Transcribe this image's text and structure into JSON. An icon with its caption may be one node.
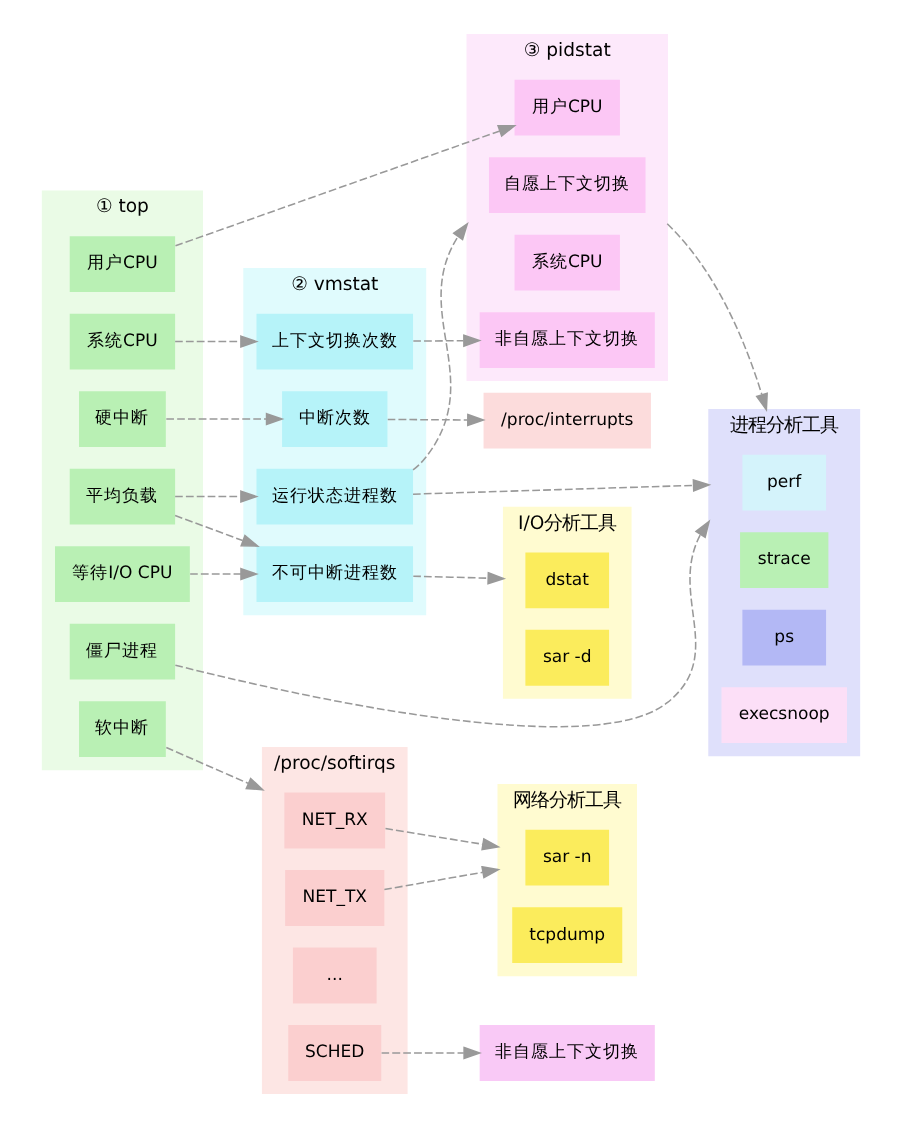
{
  "diagram": {
    "nodes": [
      {
        "text": [
          "① top"
        ]
      },
      {
        "text": [
          "系统CPU"
        ],
        "in": 0
      },
      {
        "text": [
          "用户CPU"
        ],
        "in": 0
      },
      {
        "text": [
          "僵尸进程"
        ],
        "in": 0
      },
      {
        "text": [
          "硬中断"
        ],
        "in": 0
      },
      {
        "text": [
          "平均负载"
        ],
        "in": 0
      },
      {
        "text": [
          "等待I/O CPU"
        ],
        "in": 0
      },
      {
        "text": [
          "软中断"
        ],
        "in": 0
      },
      {
        "text": [
          "② vmstat"
        ]
      },
      {
        "text": [
          "上下文切换次数"
        ],
        "in": 8
      },
      {
        "text": [
          "中断次数"
        ],
        "in": 8
      },
      {
        "text": [
          "运行状态进程数"
        ],
        "in": 8
      },
      {
        "text": [
          "不可中断进程数"
        ],
        "in": 8
      },
      {
        "text": [
          "③ pidstat"
        ]
      },
      {
        "text": [
          "自愿上下文切换"
        ],
        "in": 13
      },
      {
        "text": [
          "非自愿上下文切换"
        ],
        "in": 13
      },
      {
        "text": [
          "系统CPU"
        ],
        "in": 13
      },
      {
        "text": [
          "用户CPU"
        ],
        "in": 13
      },
      {
        "text": [
          "进程分析工具"
        ]
      },
      {
        "text": [
          "perf"
        ],
        "in": 18
      },
      {
        "text": [
          "strace"
        ],
        "in": 18
      },
      {
        "text": [
          "ps"
        ],
        "in": 18
      },
      {
        "text": [
          "execsnoop"
        ],
        "in": 18
      },
      {
        "text": [
          "/proc/interrupts"
        ]
      },
      {
        "text": [
          "I/O分析工具"
        ]
      },
      {
        "text": [
          "dstat"
        ],
        "in": 24
      },
      {
        "text": [
          "sar -d"
        ],
        "in": 24
      },
      {
        "text": [
          "/proc/softirqs"
        ]
      },
      {
        "text": [
          "NET_RX"
        ],
        "in": 27
      },
      {
        "text": [
          "NET_TX"
        ],
        "in": 27
      },
      {
        "text": [
          "..."
        ],
        "in": 27
      },
      {
        "text": [
          "SCHED"
        ],
        "in": 27
      },
      {
        "text": [
          "网络分析工具"
        ]
      },
      {
        "text": [
          "sar -n"
        ],
        "in": 32
      },
      {
        "text": [
          "tcpdump"
        ],
        "in": 32
      },
      {
        "text": [
          "非自愿上下文切换"
        ]
      }
    ],
    "edges": [
      {
        "from": 1,
        "to": 9,
        "arrow": "to",
        "style": "dashed"
      },
      {
        "from": 9,
        "to": 15,
        "arrow": "to",
        "style": "dashed"
      },
      {
        "from": 13,
        "to": 18,
        "arrow": "to",
        "style": "dashed"
      },
      {
        "from": 2,
        "to": 17,
        "arrow": "to",
        "style": "dashed"
      },
      {
        "from": 3,
        "to": 18,
        "arrow": "to",
        "style": "dashed"
      },
      {
        "from": 4,
        "to": 10,
        "arrow": "to",
        "style": "dashed"
      },
      {
        "from": 10,
        "to": 23,
        "arrow": "to",
        "style": "dashed"
      },
      {
        "from": 5,
        "to": 11,
        "arrow": "to",
        "style": "dashed"
      },
      {
        "from": 5,
        "to": 12,
        "arrow": "to",
        "style": "dashed"
      },
      {
        "from": 11,
        "to": 13,
        "arrow": "to",
        "style": "dashed"
      },
      {
        "from": 11,
        "to": 18,
        "arrow": "to",
        "style": "dashed"
      },
      {
        "from": 6,
        "to": 12,
        "arrow": "to",
        "style": "dashed"
      },
      {
        "from": 12,
        "to": 24,
        "arrow": "to",
        "style": "dashed"
      },
      {
        "from": 7,
        "to": 27,
        "arrow": "to",
        "style": "dashed"
      },
      {
        "from": 28,
        "to": 32,
        "arrow": "to",
        "style": "dashed"
      },
      {
        "from": 29,
        "to": 32,
        "arrow": "to",
        "style": "dashed"
      },
      {
        "from": 31,
        "to": 35,
        "arrow": "to",
        "style": "dashed"
      }
    ]
  }
}
